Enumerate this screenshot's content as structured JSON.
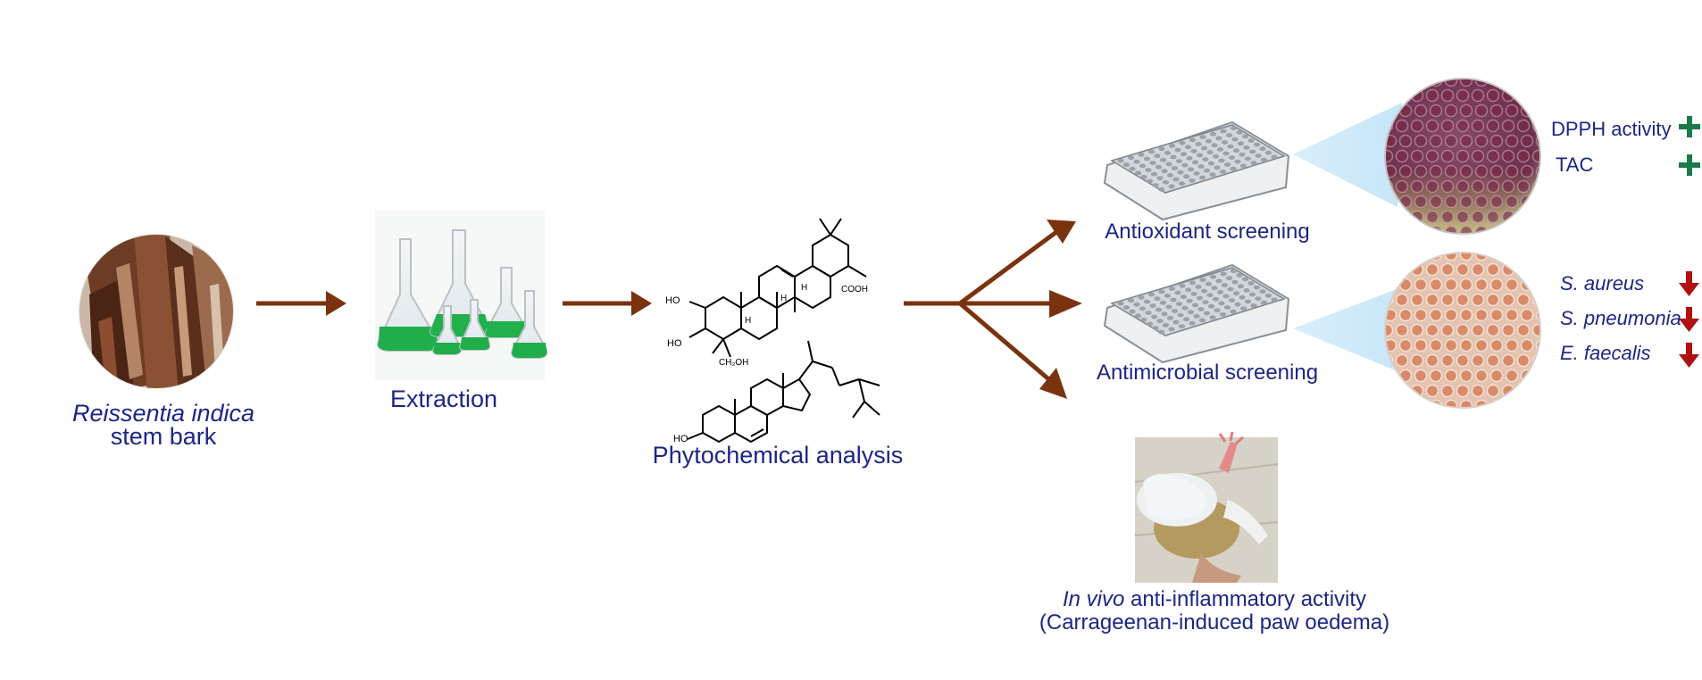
{
  "colors": {
    "text": "#1d2585",
    "arrow": "#7a330e",
    "plus": "#1b7a4a",
    "down_arrow": "#b01010",
    "green_liquid": "#1fae4a",
    "bark": "#6b3a24"
  },
  "steps": {
    "source": {
      "line1": "Reissentia indica",
      "line2": "stem bark"
    },
    "extraction": {
      "label": "Extraction"
    },
    "phyto": {
      "label": "Phytochemical analysis"
    }
  },
  "chem": {
    "ho1": "HO",
    "ho2": "HO",
    "ho3": "HO",
    "cooh": "COOH",
    "ch2oh": "CH₂OH",
    "h1": "H",
    "h2": "H",
    "h3": "H"
  },
  "screens": {
    "antioxidant": {
      "label": "Antioxidant screening",
      "results": [
        {
          "name": "DPPH activity",
          "icon": "plus-icon"
        },
        {
          "name": "TAC",
          "icon": "plus-icon"
        }
      ]
    },
    "antimicrobial": {
      "label": "Antimicrobial screening",
      "results": [
        {
          "name": "S. aureus",
          "icon": "down-arrow-icon"
        },
        {
          "name": "S. pneumonia",
          "icon": "down-arrow-icon"
        },
        {
          "name": "E. faecalis",
          "icon": "down-arrow-icon"
        }
      ]
    },
    "invivo": {
      "line1_italic": "In vivo",
      "line1_rest": " anti-inflammatory activity",
      "line2": "(Carrageenan-induced paw oedema)"
    }
  }
}
